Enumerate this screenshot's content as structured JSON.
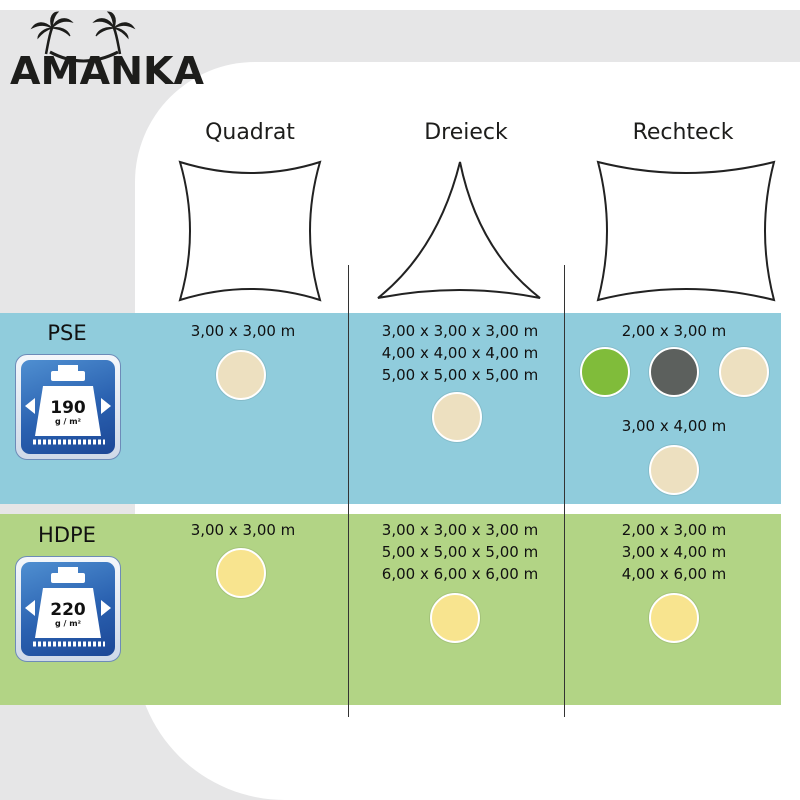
{
  "brand": {
    "logo_text": "AMANKA"
  },
  "columns": [
    {
      "label": "Quadrat"
    },
    {
      "label": "Dreieck"
    },
    {
      "label": "Rechteck"
    }
  ],
  "rows": [
    {
      "label": "PSE",
      "badge": {
        "weight": "190",
        "unit": "g / m²",
        "icon": "fabric-weight-icon"
      },
      "cells": [
        {
          "sizes": [
            "3,00 x 3,00 m"
          ],
          "colors": [
            "#ede0c0"
          ]
        },
        {
          "sizes": [
            "3,00 x 3,00 x 3,00 m",
            "4,00 x 4,00 x 4,00 m",
            "5,00 x 5,00 x 5,00 m"
          ],
          "colors": [
            "#ede0c0"
          ]
        },
        {
          "groups": [
            {
              "sizes": [
                "2,00 x 3,00 m"
              ],
              "colors": [
                "#80bc3a",
                "#5c605d",
                "#ede0c0"
              ]
            },
            {
              "sizes": [
                "3,00 x 4,00 m"
              ],
              "colors": [
                "#ede0c0"
              ]
            }
          ]
        }
      ]
    },
    {
      "label": "HDPE",
      "badge": {
        "weight": "220",
        "unit": "g / m²",
        "icon": "fabric-weight-icon"
      },
      "cells": [
        {
          "sizes": [
            "3,00 x 3,00 m"
          ],
          "colors": [
            "#f8e48f"
          ]
        },
        {
          "sizes": [
            "3,00 x 3,00 x 3,00 m",
            "5,00 x 5,00 x 5,00 m",
            "6,00 x 6,00 x 6,00 m"
          ],
          "colors": [
            "#f8e48f"
          ]
        },
        {
          "sizes": [
            "2,00 x 3,00 m",
            "3,00 x 4,00 m",
            "4,00 x 6,00 m"
          ],
          "colors": [
            "#f8e48f"
          ]
        }
      ]
    }
  ]
}
